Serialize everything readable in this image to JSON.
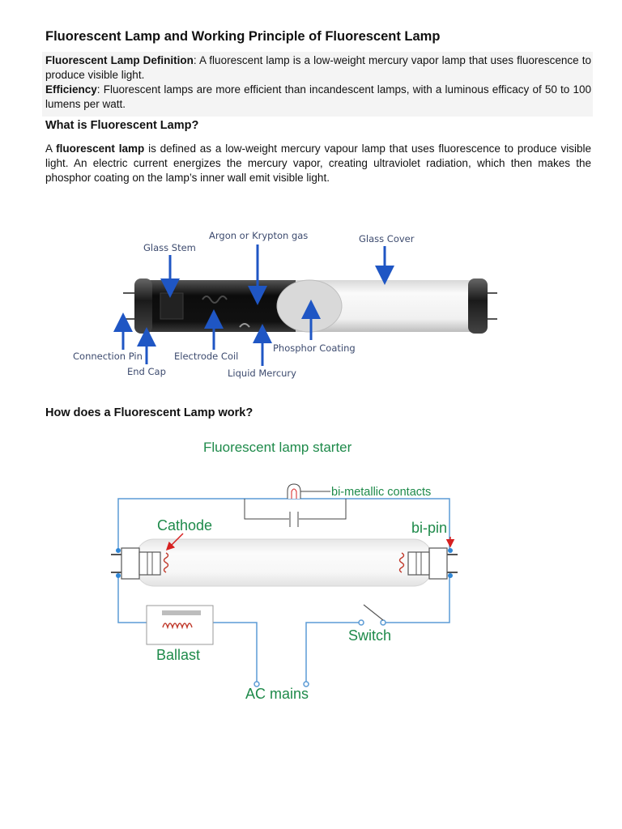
{
  "title": "Fluorescent Lamp and Working Principle of Fluorescent Lamp",
  "summary": {
    "definition_term": "Fluorescent Lamp Definition",
    "definition_text": ": A fluorescent lamp is a low-weight mercury vapor lamp that uses fluorescence to produce visible light.",
    "efficiency_term": "Efficiency",
    "efficiency_text": ": Fluorescent lamps are more efficient than incandescent lamps, with a luminous efficacy of 50 to 100 lumens per watt."
  },
  "section1": {
    "heading": "What is Fluorescent Lamp?",
    "para_prefix": "A ",
    "para_bold": "fluorescent lamp",
    "para_rest": " is defined as a low-weight mercury vapour lamp that uses fluorescence to produce visible light. An electric current energizes the mercury vapor, creating ultraviolet radiation, which then makes the phosphor coating on the lamp’s inner wall emit visible light."
  },
  "lamp_diagram": {
    "labels": {
      "glass_stem": "Glass Stem",
      "argon_gas": "Argon or Krypton gas",
      "glass_cover": "Glass Cover",
      "connection_pin": "Connection Pin",
      "end_cap": "End Cap",
      "electrode_coil": "Electrode Coil",
      "liquid_mercury": "Liquid Mercury",
      "phosphor_coating": "Phosphor Coating"
    },
    "colors": {
      "arrow": "#1f56c4",
      "label": "#3c4a6e"
    }
  },
  "section2": {
    "heading": "How does a Fluorescent Lamp work?"
  },
  "circuit_diagram": {
    "title": "Fluorescent lamp starter",
    "labels": {
      "bimetallic": "bi-metallic contacts",
      "cathode": "Cathode",
      "bipin": "bi-pin",
      "ballast": "Ballast",
      "switch": "Switch",
      "ac_mains": "AC mains"
    },
    "colors": {
      "label": "#1e8a4a",
      "wire": "#5b9bd5",
      "pointer": "#d62020"
    }
  }
}
